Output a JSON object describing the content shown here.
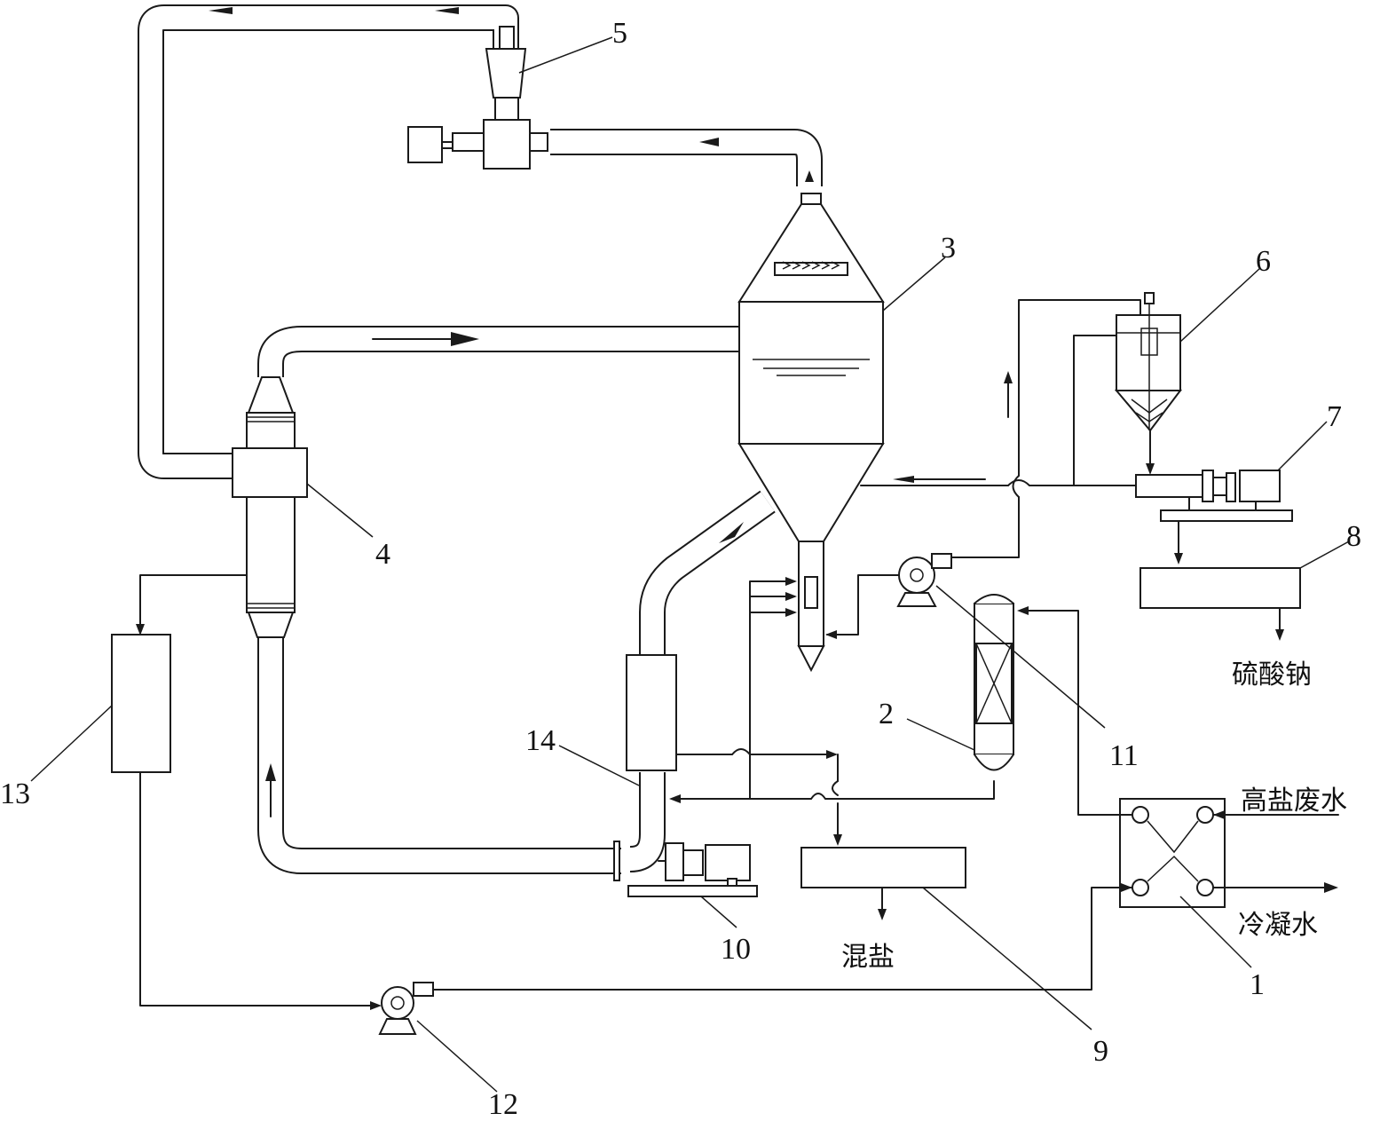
{
  "labels": {
    "n1": "1",
    "n2": "2",
    "n3": "3",
    "n4": "4",
    "n5": "5",
    "n6": "6",
    "n7": "7",
    "n8": "8",
    "n9": "9",
    "n10": "10",
    "n11": "11",
    "n12": "12",
    "n13": "13",
    "n14": "14"
  },
  "streams": {
    "feed": "高盐废水",
    "condensate": "冷凝水",
    "sodium_sulfate": "硫酸钠",
    "mixed_salt": "混盐"
  },
  "colors": {
    "line": "#1a1a1a",
    "background": "#ffffff"
  }
}
